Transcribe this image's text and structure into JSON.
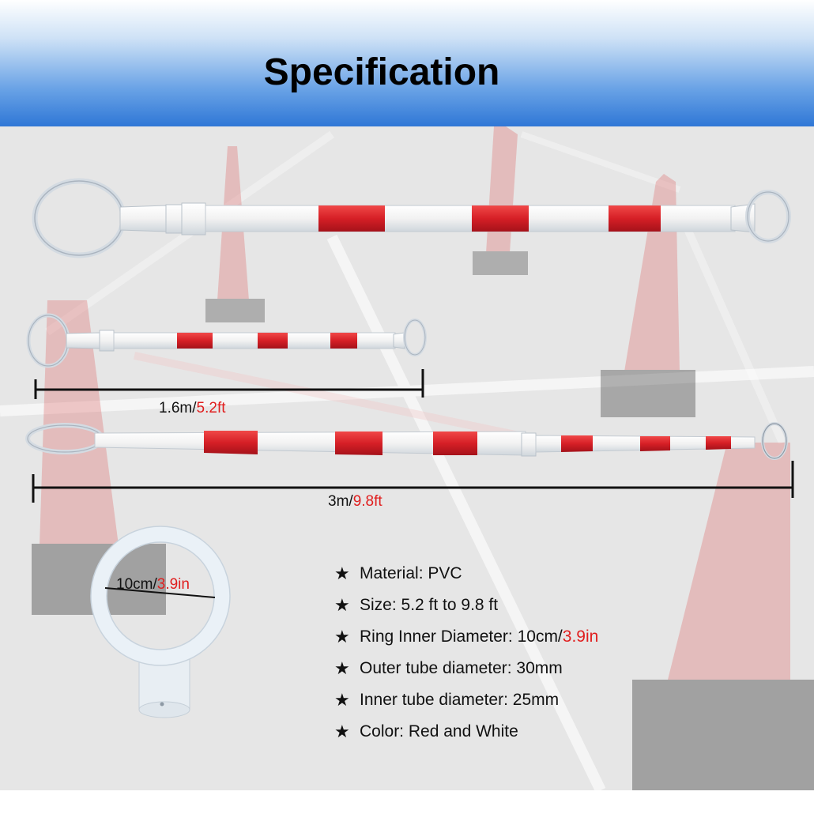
{
  "header": {
    "title": "Specification"
  },
  "colors": {
    "header_blue": "#2f77d6",
    "stripe_red": "#d61f26",
    "accent_red": "#e01e1e"
  },
  "dimensions": {
    "short": {
      "prefix": "1.6m/",
      "accent": "5.2ft"
    },
    "long": {
      "prefix": "3m/",
      "accent": "9.8ft"
    },
    "ring": {
      "prefix": "10cm/",
      "accent": "3.9in"
    }
  },
  "icons": {
    "bullet": "star-icon"
  },
  "specs": [
    {
      "star": "★",
      "text": "Material: PVC",
      "accent": ""
    },
    {
      "star": "★",
      "text": "Size: 5.2 ft to 9.8 ft",
      "accent": ""
    },
    {
      "star": "★",
      "text": "Ring Inner Diameter: 10cm/",
      "accent": "3.9in"
    },
    {
      "star": "★",
      "text": "Outer tube diameter: 30mm",
      "accent": ""
    },
    {
      "star": "★",
      "text": "Inner tube diameter: 25mm",
      "accent": ""
    },
    {
      "star": "★",
      "text": "Color: Red and White",
      "accent": ""
    }
  ]
}
